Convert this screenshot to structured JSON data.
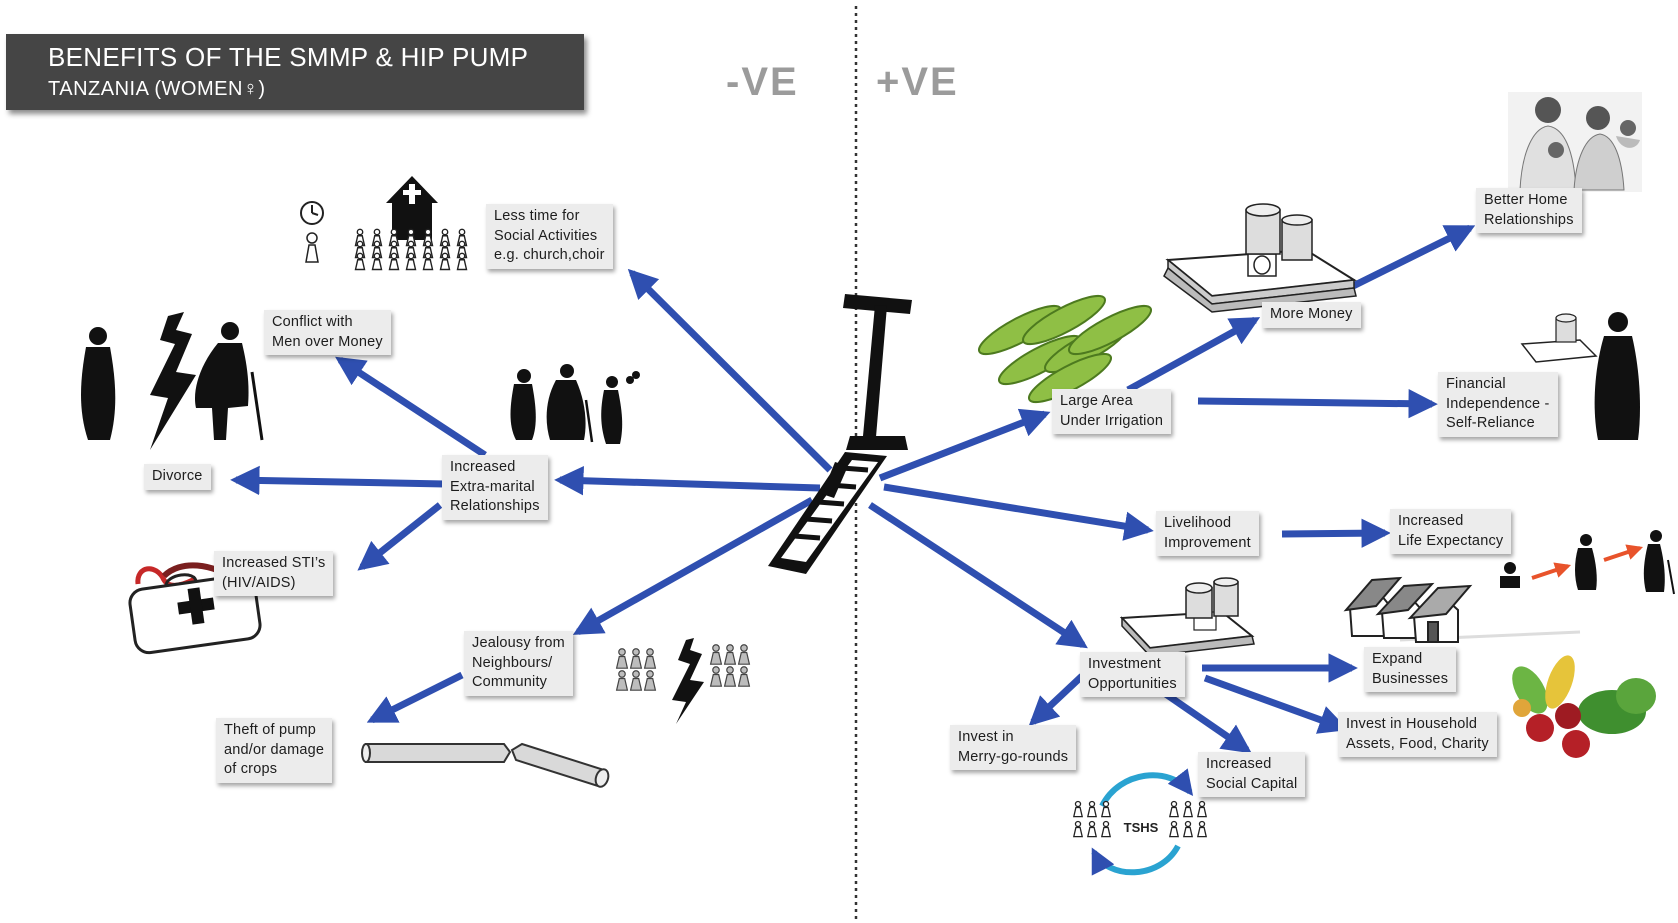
{
  "title": {
    "main": "BENEFITS OF THE SMMP & HIP PUMP",
    "sub": "TANZANIA (WOMEN♀)"
  },
  "sides": {
    "negative": "-VE",
    "positive": "+VE"
  },
  "colors": {
    "arrow": "#2f4fb0",
    "node_bg": "#ececec",
    "title_bg": "#454545",
    "side_label": "#9b9b9b"
  },
  "nodes": {
    "less_time_social": "Less time for\nSocial Activities\ne.g. church,choir",
    "conflict_men_money": "Conflict with\nMen over Money",
    "extra_marital": "Increased\nExtra-marital\nRelationships",
    "divorce": "Divorce",
    "increased_sti": "Increased STI’s\n(HIV/AIDS)",
    "jealousy": "Jealousy from\nNeighbours/\nCommunity",
    "theft": "Theft of pump\nand/or damage\nof crops",
    "better_home": "Better Home\nRelationships",
    "more_money": "More Money",
    "large_area": "Large Area\nUnder Irrigation",
    "financial_independence": "Financial\nIndependence -\nSelf-Reliance",
    "livelihood": "Livelihood\nImprovement",
    "life_expectancy": "Increased\nLife Expectancy",
    "investment": "Investment\nOpportunities",
    "expand_businesses": "Expand\nBusinesses",
    "household_assets": "Invest in Household\nAssets, Food, Charity",
    "merry_go_rounds": "Invest in\nMerry-go-rounds",
    "social_capital": "Increased\nSocial Capital"
  },
  "icons": {
    "tshs_label": "TSHS",
    "list": [
      "treadle-pump-icon",
      "clock-icon",
      "church-icon",
      "women-group-icon",
      "couple-conflict-icon",
      "family-icon",
      "medical-kit-icon",
      "crowd-icon",
      "broken-pipe-icon",
      "maize-icon",
      "money-stack-icon",
      "family-photo-icon",
      "woman-money-icon",
      "aging-people-icon",
      "houses-icon",
      "vegetables-icon",
      "cycle-arrows-icon"
    ]
  }
}
